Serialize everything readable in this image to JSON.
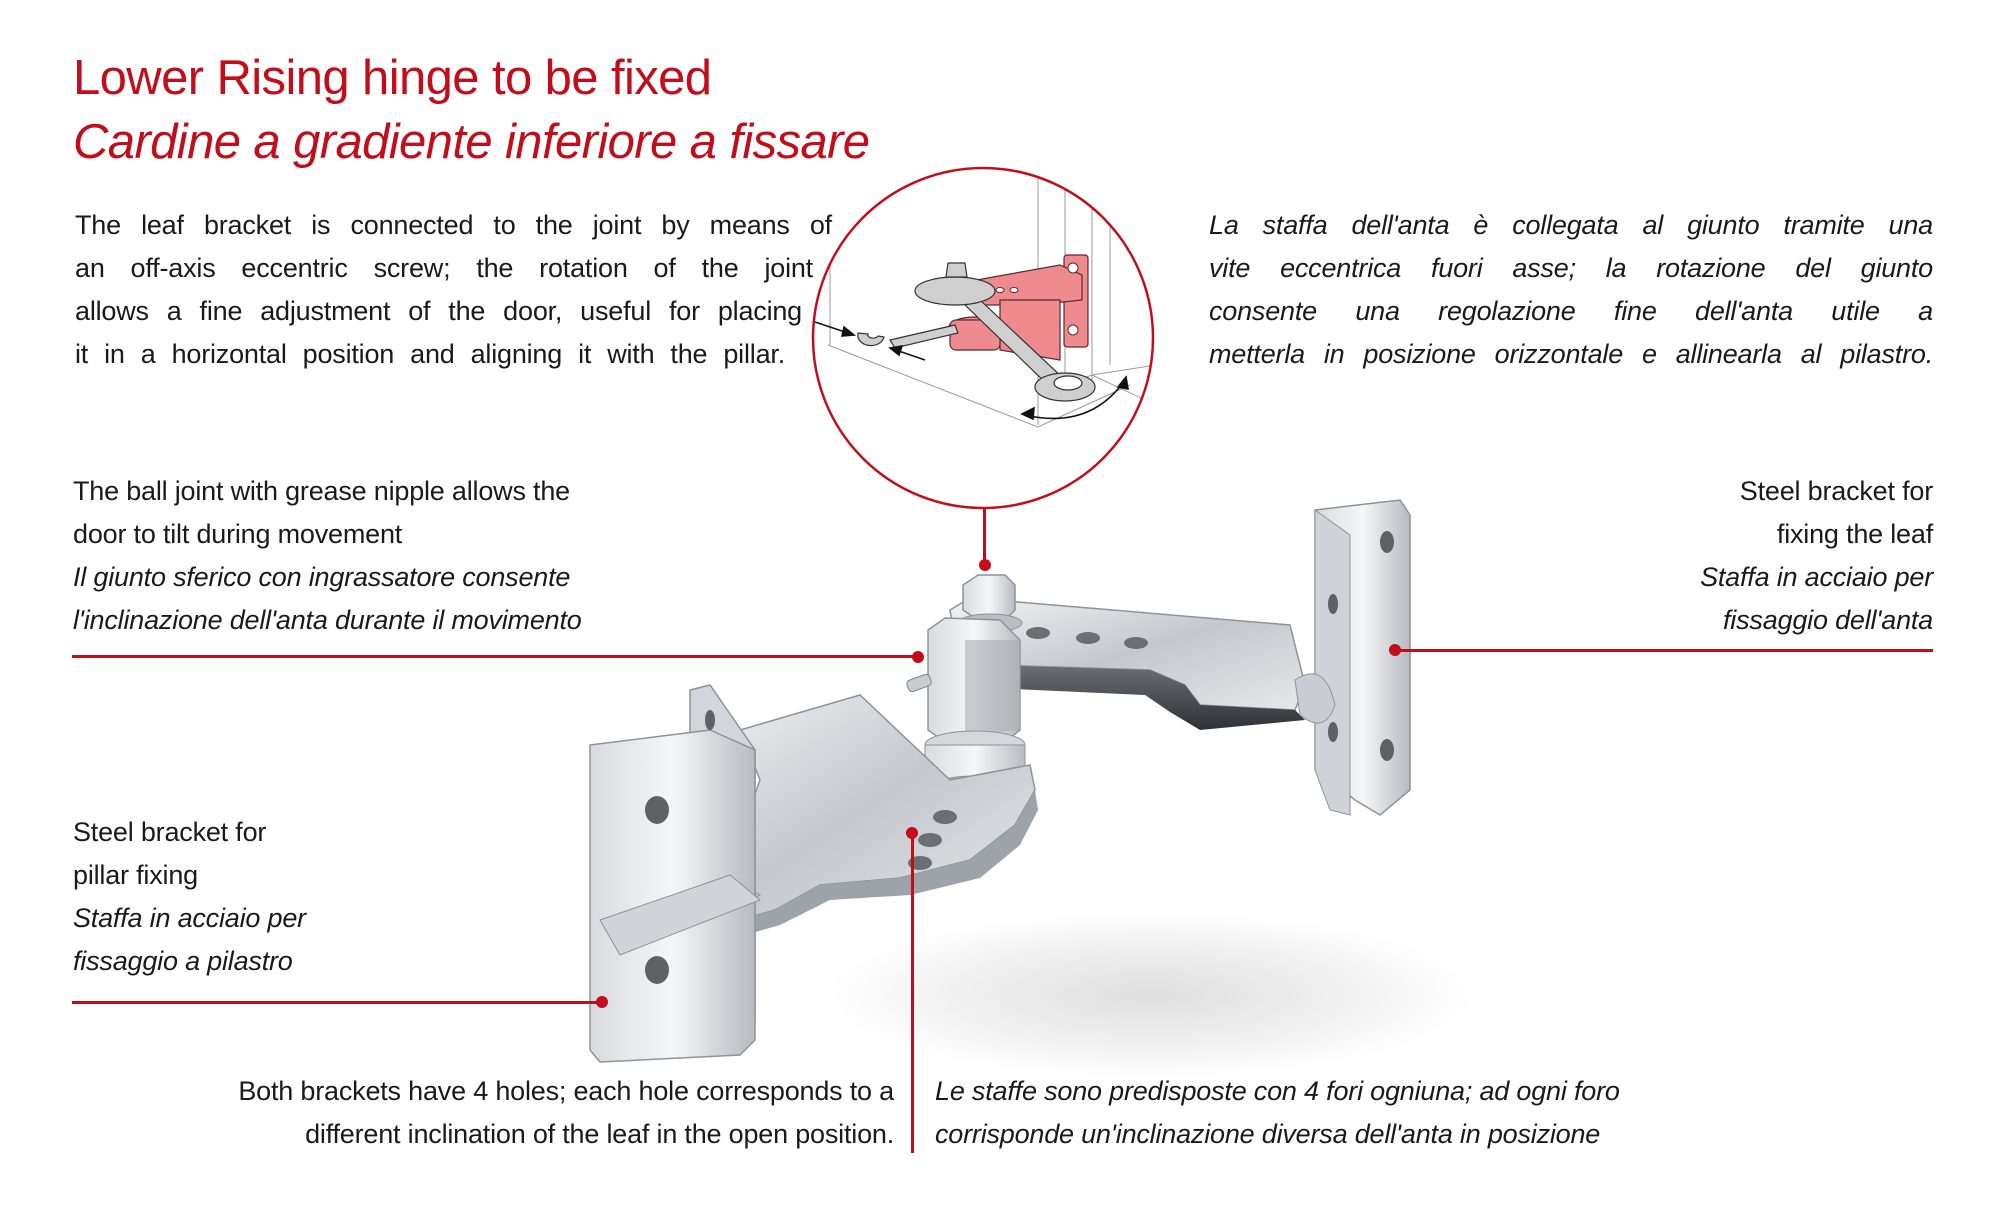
{
  "header": {
    "title_en": "Lower Rising hinge to be fixed",
    "title_it": "Cardine a gradiente inferiore a fissare"
  },
  "intro": {
    "en_lines": [
      "The leaf bracket is connected to the joint by means of",
      "an off-axis eccentric screw; the rotation of the joint",
      "allows a fine adjustment of the door, useful for placing",
      "it in a horizontal position and aligning it with the pillar."
    ],
    "it_lines": [
      "La staffa dell'anta è collegata al giunto tramite una",
      "vite eccentrica fuori asse; la rotazione del giunto",
      "consente una regolazione fine dell'anta utile a",
      "metterla in posizione orizzontale e allinearla al pilastro."
    ]
  },
  "callouts": {
    "ball_joint": {
      "en": [
        "The ball joint with grease nipple allows the",
        "door to tilt during movement"
      ],
      "it": [
        "Il giunto sferico con ingrassatore consente",
        "l'inclinazione dell'anta durante il movimento"
      ]
    },
    "leaf_bracket": {
      "en": [
        "Steel bracket for",
        "fixing the leaf"
      ],
      "it": [
        "Staffa in acciaio per",
        "fissaggio dell'anta"
      ]
    },
    "pillar_bracket": {
      "en": [
        "Steel bracket for",
        "pillar fixing"
      ],
      "it": [
        "Staffa in acciaio per",
        "fissaggio a pilastro"
      ]
    },
    "holes": {
      "en": [
        "Both brackets have 4 holes; each hole corresponds to a",
        "different inclination of the leaf in the open position."
      ],
      "it": [
        "Le staffe sono predisposte con 4 fori ogniuna; ad ogni foro",
        "corrisponde un'inclinazione diversa dell'anta in posizione"
      ]
    }
  },
  "detail_illustration": {
    "label": "adjustment-detail-wrench-illustration"
  },
  "product_image": {
    "label": "lower-rising-hinge-photo",
    "holes_per_bracket": 4
  },
  "colors": {
    "accent": "#c20e1a",
    "text": "#1a1a1a",
    "illustration_red": "#ef8a8f",
    "steel": "#c9cdd2",
    "background": "#ffffff"
  }
}
